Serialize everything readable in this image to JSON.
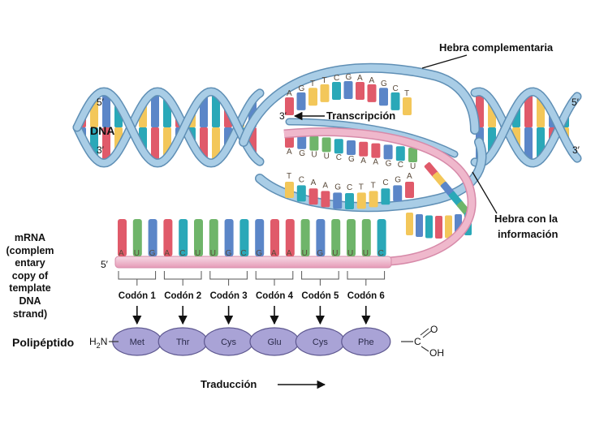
{
  "labels": {
    "hebra_complementaria": "Hebra complementaria",
    "transcripcion": "Transcripción",
    "dna": "DNA",
    "hebra_informacion_1": "Hebra con la",
    "hebra_informacion_2": "información",
    "mrna_lines": [
      "mRNA",
      "(complem",
      "entary",
      "copy of",
      "template",
      "DNA",
      "strand)"
    ],
    "polipeptido": "Polipéptido",
    "traduccion": "Traducción",
    "five_prime": "5′",
    "three_prime": "3′",
    "h2n": "H",
    "h2n_sub": "2",
    "h2n_n": "N",
    "c_term_c": "C",
    "c_term_o": "O",
    "c_term_oh": "OH"
  },
  "template_bases_top": [
    "A",
    "G",
    "T",
    "T",
    "C",
    "G",
    "A",
    "A",
    "G",
    "C",
    "T"
  ],
  "mrna_in_bubble_top": [
    "A",
    "G",
    "U",
    "U",
    "C",
    "G",
    "A",
    "A",
    "G",
    "C",
    "U"
  ],
  "template_bases_bottom": [
    "T",
    "C",
    "A",
    "A",
    "G",
    "C",
    "T",
    "T",
    "C",
    "G",
    "A"
  ],
  "mrna_bases": [
    "A",
    "U",
    "G",
    "A",
    "C",
    "U",
    "U",
    "G",
    "C",
    "G",
    "A",
    "A",
    "U",
    "G",
    "U",
    "U",
    "U",
    "C"
  ],
  "codons": [
    "Codón 1",
    "Codón 2",
    "Codón 3",
    "Codón 4",
    "Codón 5",
    "Codón 6"
  ],
  "amino_acids": [
    "Met",
    "Thr",
    "Cys",
    "Glu",
    "Cys",
    "Phe"
  ],
  "colors": {
    "A": "#e05a6a",
    "U": "#6fb56a",
    "T": "#f3c75a",
    "G": "#5b86c8",
    "C": "#2aa8b8",
    "backbone": "#a9cde6",
    "backbone_edge": "#5f8fb5",
    "mrna_strand": "#efb8cc",
    "amino": "#a9a3d6",
    "amino_edge": "#5d578f"
  }
}
